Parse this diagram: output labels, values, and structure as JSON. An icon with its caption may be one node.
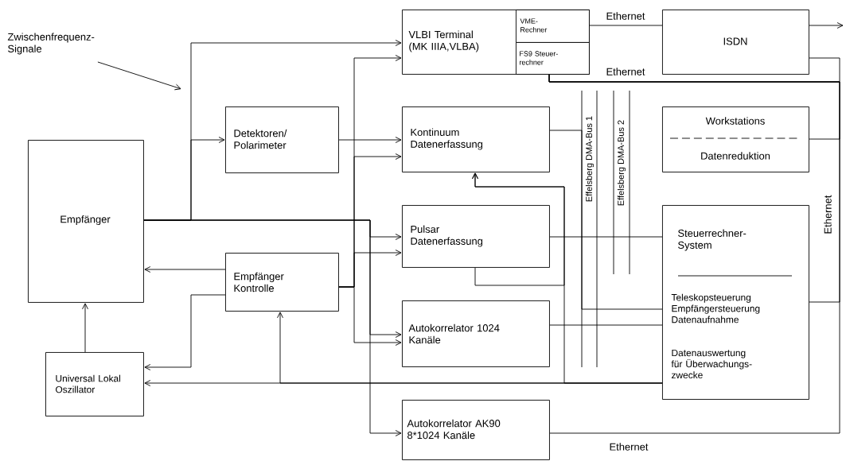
{
  "diagram": {
    "nodes": [
      {
        "text": [
          "VLBI Terminal (MK IIIA,VLBA)"
        ]
      },
      {
        "text": [
          "VME- Rechner"
        ],
        "in": 0
      },
      {
        "text": [
          "FS9 Steuer- rechner"
        ],
        "in": 0
      },
      {
        "text": [
          "ISDN"
        ]
      },
      {
        "text": [
          "Workstations",
          "Datenreduktion"
        ]
      },
      {
        "text": [
          "Kontinuum Datenerfassung"
        ]
      },
      {
        "text": [
          "Detektoren/ Polarimeter"
        ]
      },
      {
        "text": [
          "Empfänger"
        ]
      },
      {
        "text": [
          "Pulsar Datenerfassung"
        ]
      },
      {
        "text": [
          "Steuerrechner- System",
          "Teleskopsteuerung Empfängersteuerung Datenaufnahme",
          "Datenauswertung für Überwachungs- zwecke"
        ]
      },
      {
        "text": [
          "Empfänger Kontrolle"
        ]
      },
      {
        "text": [
          "Autokorrelator 1024 Kanäle"
        ]
      },
      {
        "text": [
          "Universal Lokal Oszillator"
        ]
      },
      {
        "text": [
          "Autokorrelator AK90 8*1024 Kanäle"
        ]
      },
      {
        "text": [
          "Zwischenfrequenz- Signale"
        ]
      }
    ],
    "edges": [
      {
        "from": 7,
        "to": 0,
        "arrow": "to"
      },
      {
        "from": 7,
        "to": 6,
        "arrow": "to"
      },
      {
        "from": 7,
        "to": 8,
        "arrow": "to"
      },
      {
        "from": 7,
        "to": 11,
        "arrow": "to"
      },
      {
        "from": 7,
        "to": 13,
        "arrow": "to"
      },
      {
        "from": 6,
        "to": 5,
        "arrow": "to"
      },
      {
        "from": 10,
        "to": 0,
        "arrow": "to"
      },
      {
        "from": 10,
        "to": 5,
        "arrow": "to"
      },
      {
        "from": 10,
        "to": 8,
        "arrow": "to"
      },
      {
        "from": 10,
        "to": 11,
        "arrow": "to"
      },
      {
        "from": 10,
        "to": 7,
        "arrow": "to"
      },
      {
        "from": 10,
        "to": 12,
        "arrow": "to"
      },
      {
        "from": 12,
        "to": 7,
        "arrow": "to"
      },
      {
        "from": 9,
        "to": 12,
        "arrow": "to"
      },
      {
        "from": 9,
        "to": 10,
        "arrow": "to"
      },
      {
        "from": 9,
        "to": 5,
        "arrow": "to"
      },
      {
        "from": 8,
        "to": 5,
        "arrow": "to"
      },
      {
        "from": 5,
        "to": 9,
        "arrow": "none"
      },
      {
        "from": 8,
        "to": 9,
        "arrow": "none"
      },
      {
        "from": 11,
        "to": 9,
        "arrow": "none"
      },
      {
        "from": 1,
        "to": 3,
        "arrow": "none",
        "label": "Ethernet"
      },
      {
        "from": 3,
        "to": null,
        "arrow": "to"
      },
      {
        "from": 2,
        "to": 3,
        "arrow": "none",
        "label": "Ethernet"
      },
      {
        "from": 2,
        "to": 4,
        "arrow": "none"
      },
      {
        "from": 2,
        "to": 9,
        "arrow": "none",
        "label": "Ethernet"
      },
      {
        "from": 2,
        "to": 13,
        "arrow": "none",
        "label": "Ethernet"
      },
      {
        "from": 14,
        "to": null,
        "arrow": "to"
      }
    ],
    "labels": [
      "Effelsberg DMA-Bus 1",
      "Effelsberg DMA-Bus 2"
    ]
  }
}
